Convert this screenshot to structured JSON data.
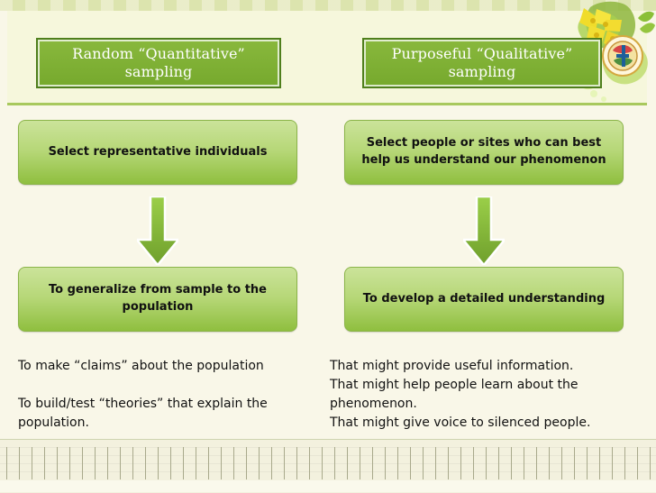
{
  "diagram": {
    "left_title": "Random “Quantitative” sampling",
    "right_title": "Purposeful “Qualitative” sampling",
    "left_box_1": "Select representative individuals",
    "right_box_1": "Select people or sites who can best help us understand our phenomenon",
    "left_box_2": "To generalize from sample to the population",
    "right_box_2": "To develop a detailed understanding",
    "left_notes": [
      "To make “claims” about the population",
      "To build/test “theories” that explain the population."
    ],
    "right_notes": [
      "That might provide useful information.",
      "That might help people learn about the phenomenon.",
      "That might give voice to silenced people."
    ]
  },
  "colors": {
    "accent": "#7ab035",
    "box_fill": "#b6d777",
    "title_fill": "#7ab035"
  }
}
